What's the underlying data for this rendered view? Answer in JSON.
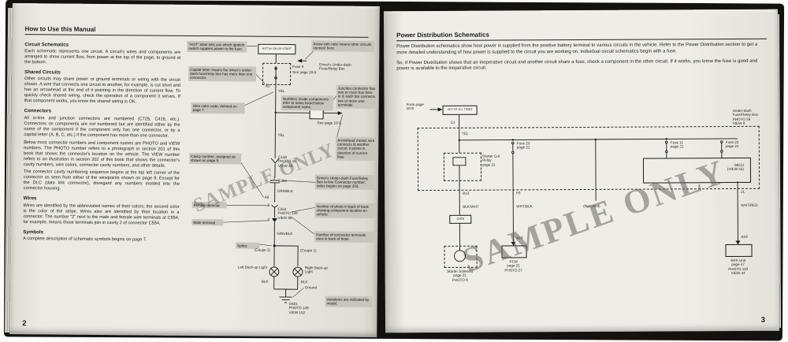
{
  "book": {
    "watermark": "SAMPLE ONLY"
  },
  "left": {
    "page_number": "2",
    "title": "How to Use this Manual",
    "sections": [
      {
        "heading": "Circuit Schematics",
        "paras": [
          "Each schematic represents one circuit. A circuit's wires and components are arranged to show current flow, from power at the top of the page, to ground at the bottom."
        ]
      },
      {
        "heading": "Shared Circuits",
        "paras": [
          "Other circuits may share power or ground terminals or wiring with the circuit shown. A wire that connects one circuit to another, for example, is cut short and has an arrowhead at the end of it pointing in the direction of current flow. To quickly check shared wiring, check the operation of a component it serves. If that component works, you know the shared wiring is OK."
        ]
      },
      {
        "heading": "Connectors",
        "paras": [
          "All in-line and junction connectors are numbered (C725, C416, etc.). Connectors on components are not numbered but are identified either by the name of the component if the component only has one connector, or by a capital letter (A, B, C, etc.) if the component has more than one connector.",
          "Below most connector numbers and component names are PHOTO and VIEW numbers. The PHOTO number refers to a photograph in section 201 of this book that shows the connector's location on the vehicle. The VIEW number refers to an illustration in section 202 of this book that shows the connector's cavity numbers, wire colors, connector cavity numbers, and other details.",
          "The connector cavity numbering sequence begins at the top left corner of the connector as seen from either of the viewpoints shown on page 8. Except for the DLC (data link connector), disregard any numbers molded into the connector housing."
        ]
      },
      {
        "heading": "Wires",
        "paras": [
          "Wires are identified by the abbreviated names of their colors; the second color is the color of the stripe. Wires also are identified by their location in a connector. The number \"2\" next to the male and female wire terminals at C554, for example, means those terminals join in cavity 2 of connector C554."
        ]
      },
      {
        "heading": "Symbols",
        "paras": [
          "A complete description of schematic symbols begins on page 7."
        ]
      }
    ],
    "diagram": {
      "hot_box": "HOT IN ON OR START",
      "callouts": {
        "hot": "\"HOT\" label tells you which ignition switch supplies power to the fuse.",
        "arrow": "Arrow with note means other circuits connect here.",
        "capital": "Capital letter means the driver's under-dash fuse/relay box has more than one connector.",
        "wire_color": "Wire color code; defined on page 7.",
        "numbers": "Numbers inside components refer to notes listed below component name.",
        "junction": "Junction connector has one or more bus bars in it; each bar connects two or more wire terminals.",
        "arrowhead": "Arrowhead means wire connects to another circuit; it points in direction of current flow.",
        "cavity": "Cavity number; assigned as shown on page 8.",
        "inline": "Driver's Under-dash Fuse/Relay Box In-line Connector number; index begins on page 203.",
        "photo": "Number of photo in back of book showing component location on vehicle.",
        "female": "Female terminal",
        "male": "Male terminal",
        "view": "Number of connector terminals view in back of book.",
        "splice": "Splice",
        "variations": "Variations are indicated by model."
      },
      "labels": {
        "fuse": "Fuse 9",
        "see_fuse": "See page 10-9",
        "driver_box": "Driver's Under-dash Fuse/Relay Box",
        "a2": "A2",
        "yel": "YEL",
        "yel2": "YEL",
        "see_junction": "See page 10-9.",
        "c150": "C150",
        "c150_photo": "PHOTO 16",
        "c150_view": "VIEW 30",
        "c204": "C204",
        "grnblk": "GRN/BLK",
        "grnblk2": "GRN/BLK",
        "a6": "A6",
        "cav2a": "2",
        "cav2b": "2",
        "c554": "C554",
        "c554_photo": "PHOTO 149",
        "c554_view": "VIEW 86",
        "coupe2": "(Coupe 2)",
        "coupe1": "(Coupe 1)",
        "left_light": "Left Back-up Light",
        "right_light": "Right Back-up Light",
        "blk": "BLK",
        "blk2": "BLK",
        "ground": "Ground",
        "g601": "G601",
        "g601_photo": "PHOTO 148",
        "g601_view": "VIEW 152"
      }
    }
  },
  "right": {
    "page_number": "3",
    "title": "Power Distribution Schematics",
    "paragraphs": [
      "Power Distribution schematics show how power is supplied from the positive battery terminal to various circuits in the vehicle. Refer to the Power Distribution section to get a more detailed understanding of how power is supplied to the circuit you are working on. Individual circuit schematics begin with a fuse.",
      "So, if Power Distribution shows that an inoperative circuit and another circuit share a fuse, check a component in the other circuit. If it works, you know the fuse is good and power is available to the inoperative circuit."
    ],
    "diagram": {
      "from": "From page 10-9",
      "hot_box": "HOT AT ALL TIMES",
      "c1": "C1",
      "yel": "YEL",
      "fuse23": "Fuse 23",
      "fuse23_page": "page 21",
      "fuse11": "Fuse 11",
      "fuse11_page": "page 21",
      "fuse22": "Fuse 22",
      "fuse22_page": "page 21",
      "relay": "Starter Cut Relay",
      "relay_page": "page 21",
      "micu": "MICU",
      "micu_view": "(VIEW 55)",
      "box_label": "Under-dash Fuse/Relay Box",
      "box_photo": "PHOTO 59",
      "box_view": "VIEW 9",
      "b13": "B13",
      "blkwht": "BLK/WHT",
      "c903": "C903",
      "f6": "F6",
      "whtblk": "WHT/BLK",
      "a16": "A16",
      "not_used": "(Not used)",
      "j1": "J1",
      "whtred": "WHT/RED",
      "a19": "A19",
      "starter": "Starter Solenoid",
      "starter_page": "page 21",
      "starter_photo": "PHOTO 8",
      "pcm": "PCM",
      "pcm_page": "page 21",
      "pcm_photo": "PHOTO 27",
      "srs": "SRS Unit",
      "srs_page": "page 47",
      "srs_photo": "PHOTO 119",
      "srs_view": "VIEW 44"
    }
  }
}
